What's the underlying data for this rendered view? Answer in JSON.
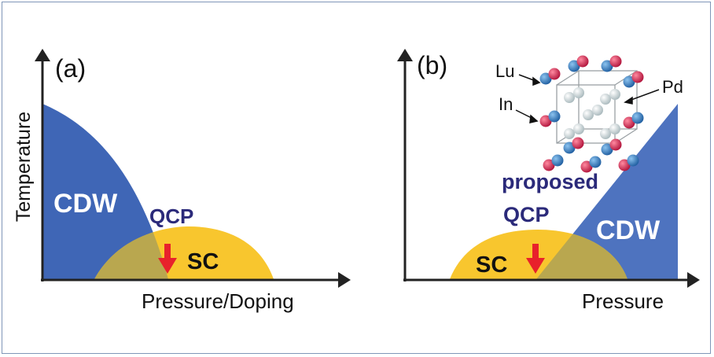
{
  "colors": {
    "cdw": "#3f66b6",
    "cdw_b": "#4e73bf",
    "sc": "#f8c62e",
    "overlap": "#b9a74f",
    "navy": "#2b2a7a",
    "arrow_red": "#e8212b",
    "atom_red": "#c81d43",
    "atom_blue": "#2b70b8",
    "atom_white": "#d9e2e4",
    "border": "#7f96b8"
  },
  "panel_a": {
    "tag": "(a)",
    "y_axis": "Temperature",
    "x_axis": "Pressure/Doping",
    "cdw": "CDW",
    "qcp": "QCP",
    "sc": "SC"
  },
  "panel_b": {
    "tag": "(b)",
    "x_axis": "Pressure",
    "cdw": "CDW",
    "sc": "SC",
    "qcp_line1": "proposed",
    "qcp_line2": "QCP",
    "atom_lu": "Lu",
    "atom_in": "In",
    "atom_pd": "Pd"
  }
}
